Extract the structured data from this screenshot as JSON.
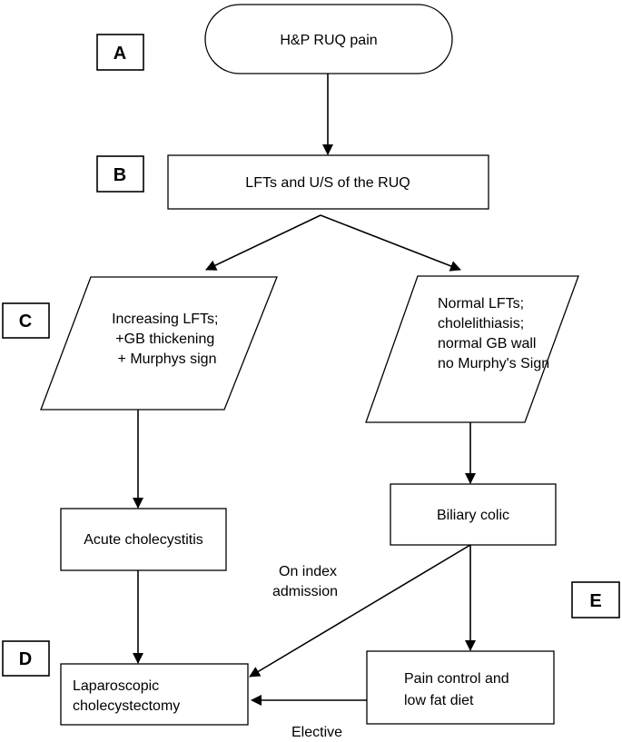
{
  "labels": {
    "a": "A",
    "b": "B",
    "c": "C",
    "d": "D",
    "e": "E"
  },
  "nodes": {
    "start": "H&P RUQ pain",
    "tests": "LFTs and U/S of the RUQ",
    "left_branch": [
      "Increasing LFTs;",
      "+GB thickening",
      "+ Murphys sign"
    ],
    "right_branch": [
      "Normal LFTs;",
      "cholelithiasis;",
      "normal GB wall",
      "no Murphy's Sign"
    ],
    "acute": "Acute cholecystitis",
    "biliary": "Biliary colic",
    "surgery": [
      "Laparoscopic",
      "cholecystectomy"
    ],
    "pain_control": [
      "Pain control and",
      "low fat diet"
    ]
  },
  "edge_labels": {
    "index_admission": [
      "On index",
      "admission"
    ],
    "elective": "Elective"
  }
}
